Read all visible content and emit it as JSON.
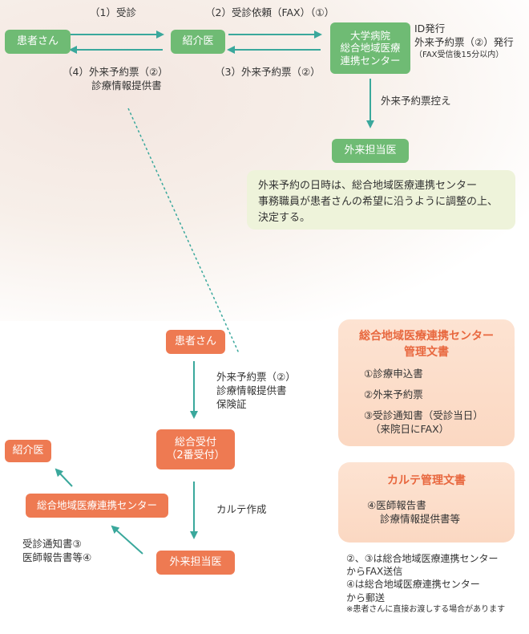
{
  "top_flow": {
    "patient": "患者さん",
    "referring_doctor": "紹介医",
    "center": [
      "大学病院",
      "総合地域医療",
      "連携センター"
    ],
    "outpatient_doctor": "外来担当医",
    "label_visit": "（1）受診",
    "label_request": "（2）受診依頼（FAX）（①）",
    "label_ticket_return": "（3）外来予約票（②）",
    "label_to_patient": [
      "（4）外来予約票（②）",
      "診療情報提供書"
    ],
    "label_issue": [
      "ID発行",
      "外来予約票（②）発行",
      "（FAX受信後15分以内）"
    ],
    "label_copy": "外来予約票控え",
    "note": [
      "外来予約の日時は、総合地域医療連携センター",
      "事務職員が患者さんの希望に沿うように調整の上、",
      "決定する。"
    ]
  },
  "bottom_flow": {
    "patient": "患者さん",
    "reception": [
      "総合受付",
      "（2番受付）"
    ],
    "outpatient_doctor": "外来担当医",
    "center": "総合地域医療連携センター",
    "referring_doctor": "紹介医",
    "label_bring": [
      "外来予約票（②）",
      "診療情報提供書",
      "保険証"
    ],
    "label_chart": "カルテ作成",
    "label_docs": [
      "受診通知書③",
      "医師報告書等④"
    ]
  },
  "panel_center": {
    "title": [
      "総合地域医療連携センター",
      "管理文書"
    ],
    "items": [
      "①診療申込書",
      "②外来予約票",
      "③受診通知書（受診当日）",
      "（来院日にFAX）"
    ]
  },
  "panel_chart": {
    "title": "カルテ管理文書",
    "items": [
      "④医師報告書",
      "診療情報提供書等"
    ]
  },
  "footnotes": [
    "②、③は総合地域医療連携センター",
    "からFAX送信",
    "④は総合地域医療連携センター",
    "から郵送"
  ],
  "footnote_small": "※患者さんに直接お渡しする場合があります",
  "colors": {
    "green": "#6fbb74",
    "orange": "#ee7a52",
    "arrow": "#3aa89c",
    "note_bg": "#eef3da",
    "panel_bg": "#fde3d2",
    "panel_title": "#e8683f"
  }
}
